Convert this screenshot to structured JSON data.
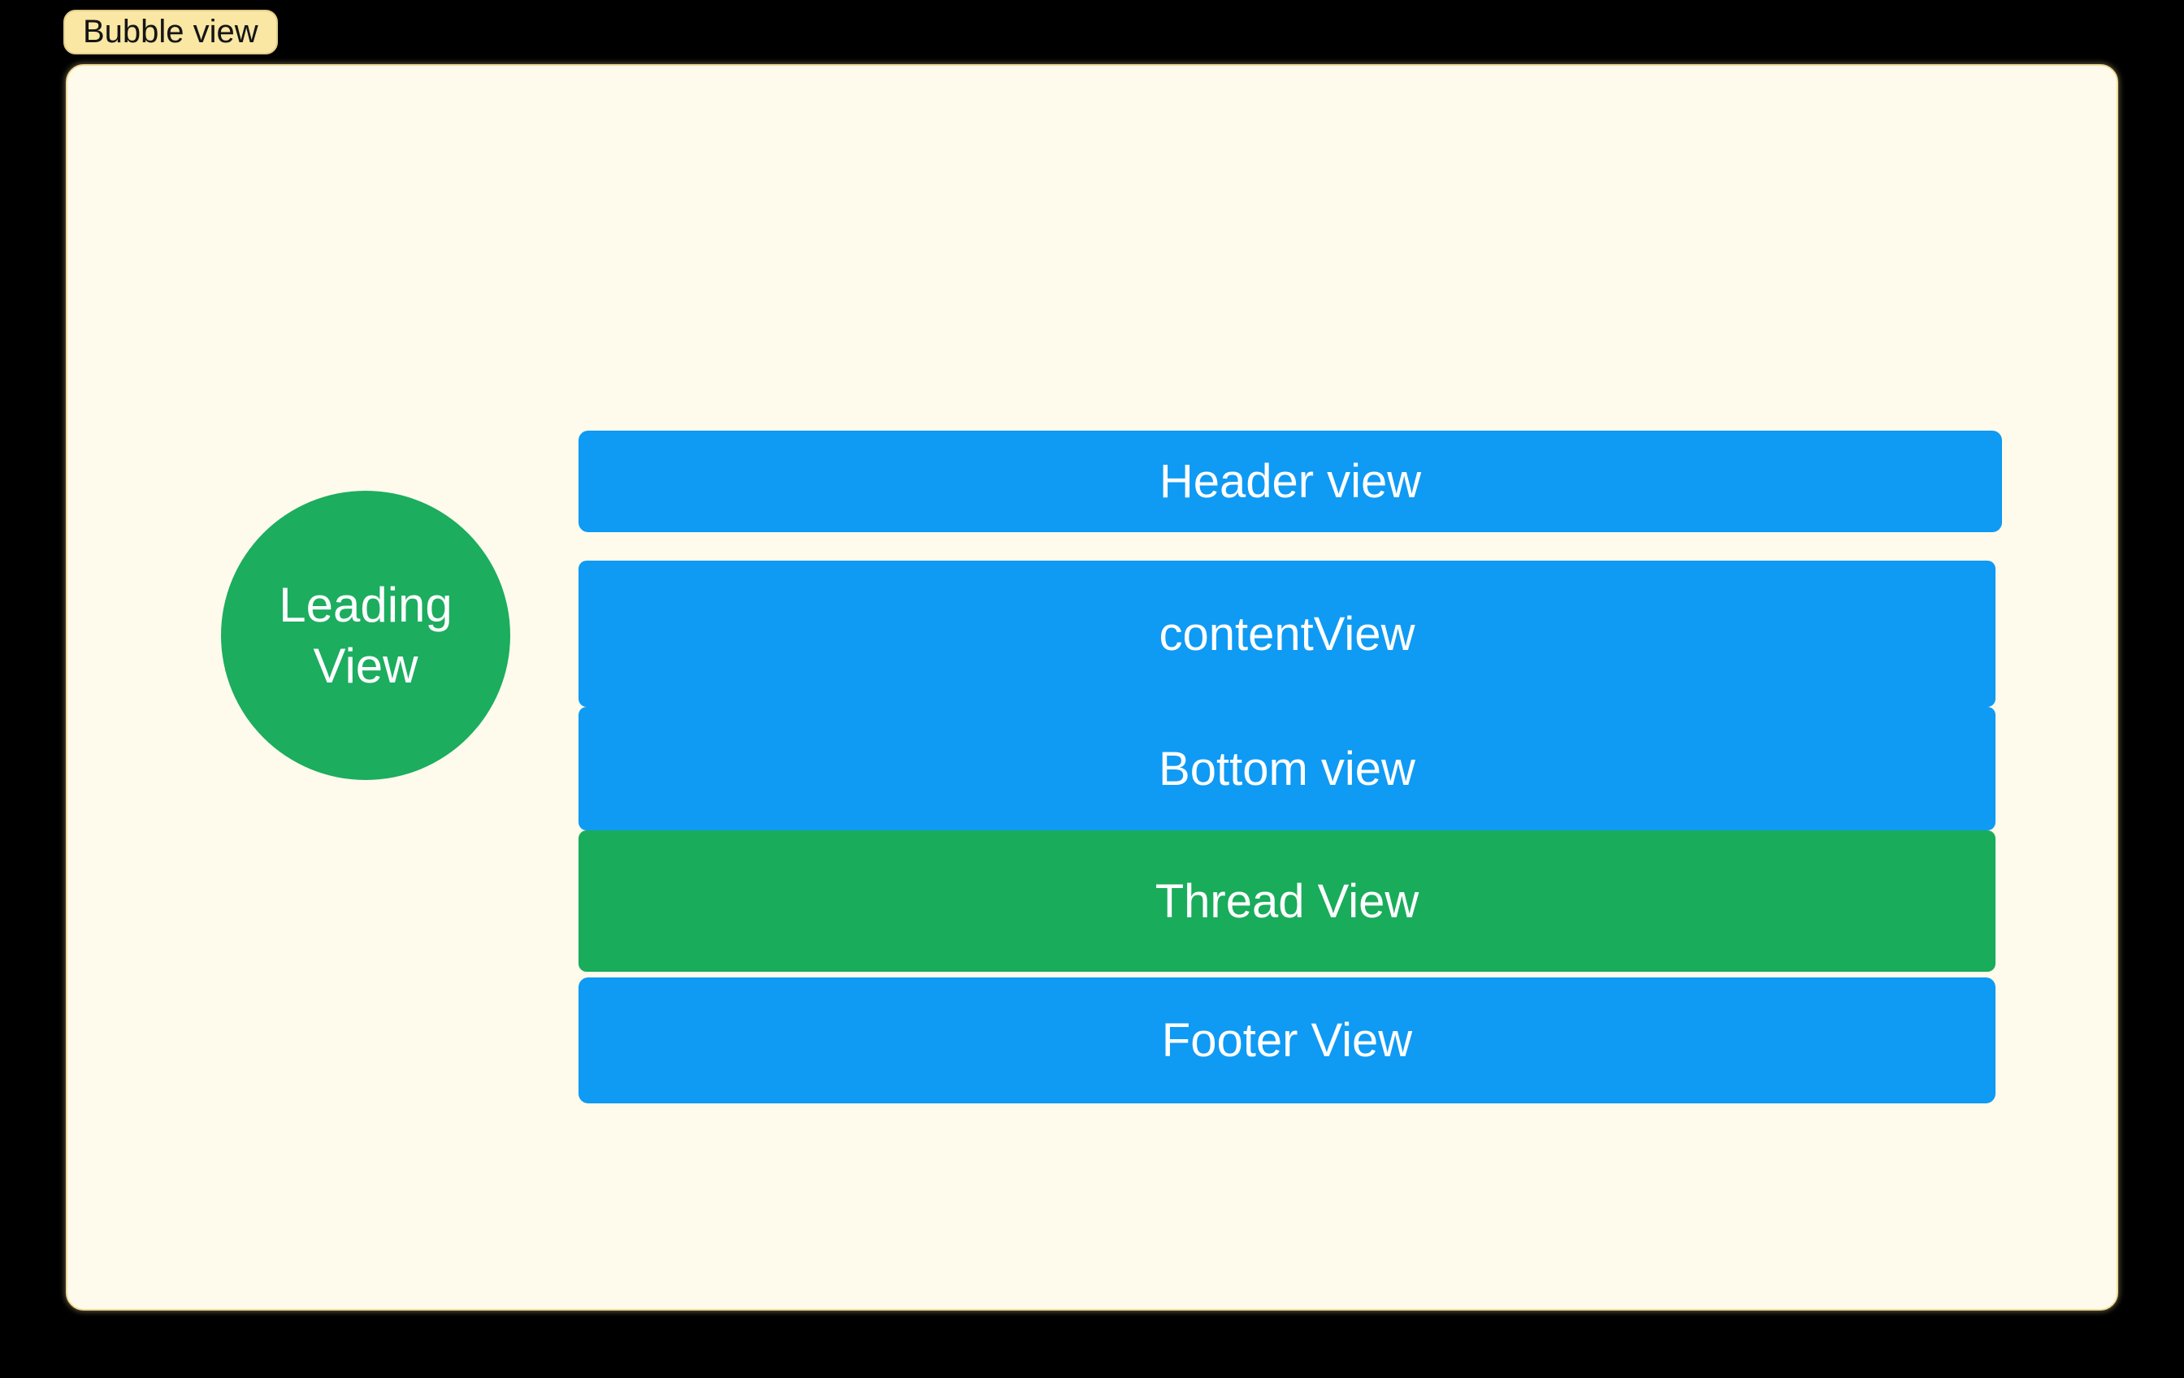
{
  "window": {
    "background": "#000000"
  },
  "bubble_badge": {
    "label": "Bubble view",
    "background": "#FAE7A3",
    "border_color": "#E5CD8C",
    "text_color": "#151515"
  },
  "bubble_canvas": {
    "background": "#FFFBEC",
    "border_color": "#F2DC9B"
  },
  "leading_view": {
    "lines": [
      "Leading",
      "View"
    ],
    "background": "#1CAD5F",
    "text_color": "#FFFFFF"
  },
  "subviews": [
    {
      "label": "Header view",
      "background": "#0F9AF4"
    },
    {
      "label": "contentView",
      "background": "#0F9AF4"
    },
    {
      "label": "Bottom view",
      "background": "#0F9AF4"
    },
    {
      "label": "Thread View",
      "background": "#19AC5B"
    },
    {
      "label": "Footer View",
      "background": "#0F9AF4"
    }
  ],
  "palette": {
    "blue": "#0F9AF4",
    "green": "#19AC5B",
    "cream": "#FFFBEC",
    "tag_yellow": "#FAE7A3",
    "page_black": "#000000",
    "text_white": "#FFFFFF"
  }
}
